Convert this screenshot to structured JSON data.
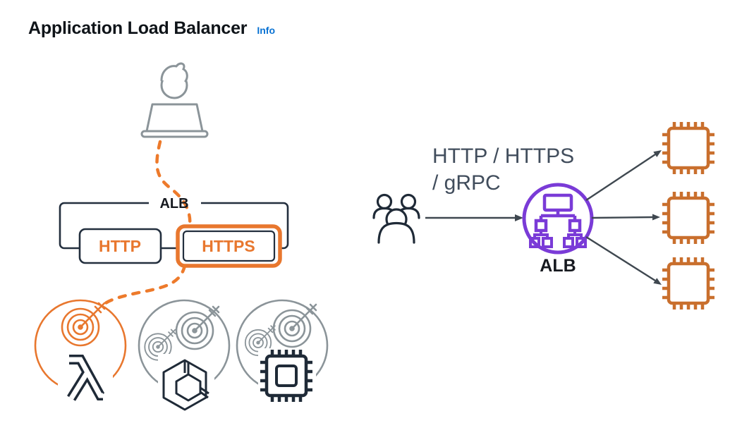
{
  "page": {
    "title": "Application Load Balancer",
    "info_label": "Info"
  },
  "colors": {
    "accent_orange": "#E8772E",
    "chip_orange": "#C96F2D",
    "alb_purple": "#7A3BD7",
    "dark_navy": "#1F2A37",
    "icon_gray": "#8B9499",
    "link_blue": "#0972D3",
    "heading_text": "#0F1419",
    "diagram_text": "#414D5C"
  },
  "left_diagram": {
    "client_icon": "person-laptop-icon",
    "connection_style": "dashed-orange",
    "alb_box_label": "ALB",
    "listeners": [
      {
        "label": "HTTP",
        "highlighted": false
      },
      {
        "label": "HTTPS",
        "highlighted": true
      }
    ],
    "target_groups": [
      {
        "icon": "lambda-icon",
        "highlighted": true
      },
      {
        "icon": "containers-hexagon-icon",
        "highlighted": false
      },
      {
        "icon": "instance-chip-icon",
        "highlighted": false
      }
    ]
  },
  "right_diagram": {
    "users_icon": "users-icon",
    "protocols_line1": "HTTP / HTTPS",
    "protocols_line2": "/ gRPC",
    "alb_node_icon": "alb-network-icon",
    "alb_node_label": "ALB",
    "instances": [
      {
        "icon": "instance-chip-icon"
      },
      {
        "icon": "instance-chip-icon"
      },
      {
        "icon": "instance-chip-icon"
      }
    ]
  }
}
